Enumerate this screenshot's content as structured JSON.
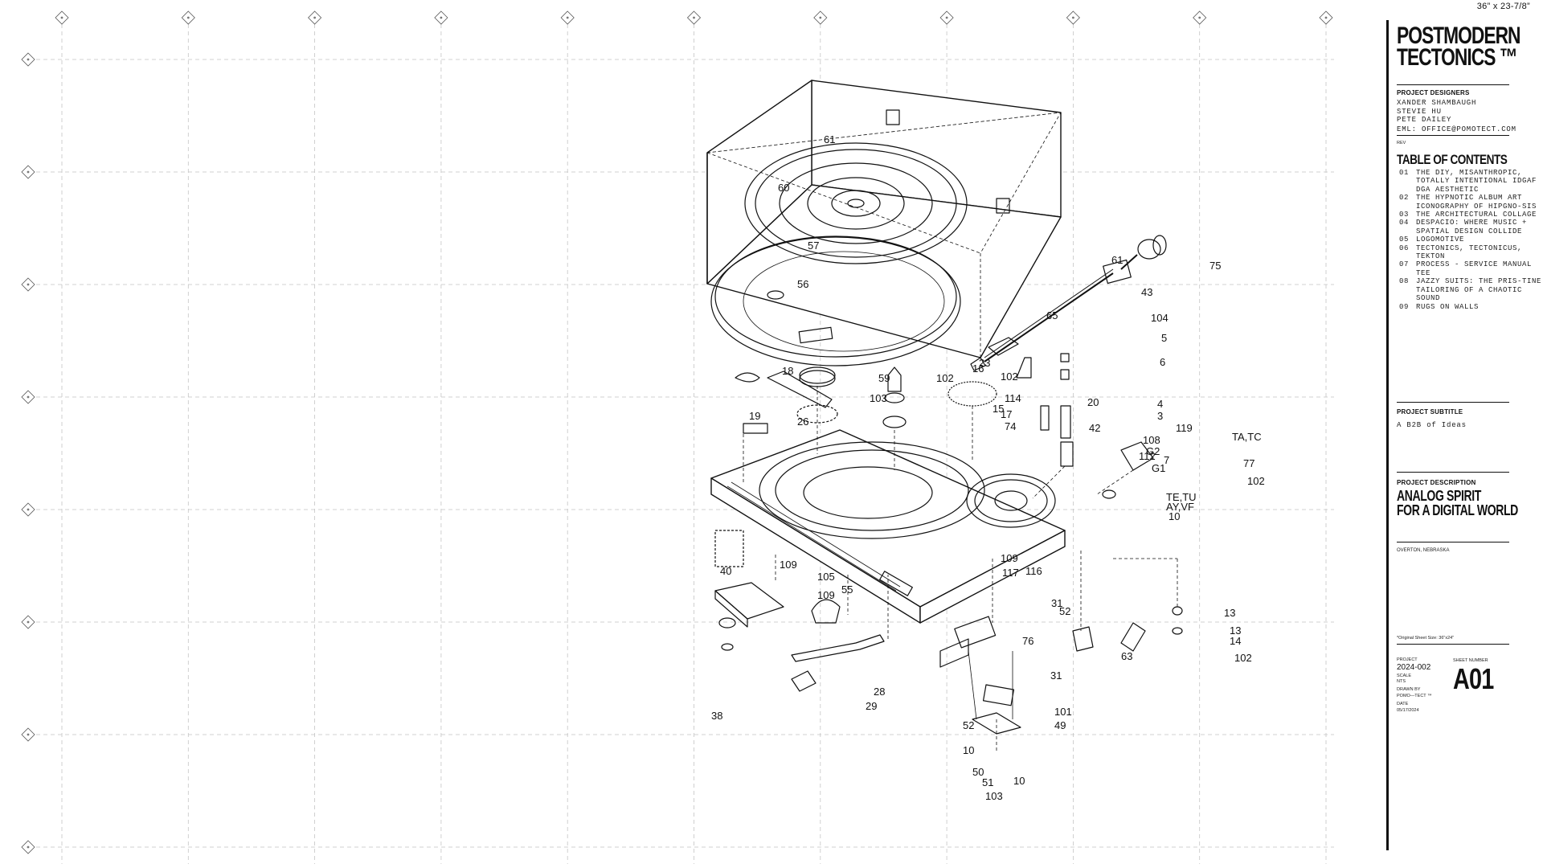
{
  "sheet": {
    "size_label": "36” x 23-7/8”"
  },
  "grid": {
    "column_markers": 11,
    "row_markers": 8
  },
  "drawing": {
    "callouts": [
      "60",
      "61",
      "61",
      "57",
      "56",
      "75",
      "43",
      "65",
      "104",
      "5",
      "6",
      "4",
      "3",
      "119",
      "108",
      "G2",
      "112",
      "G1",
      "7",
      "16",
      "102",
      "102",
      "23",
      "59",
      "103",
      "114",
      "15",
      "20",
      "17",
      "74",
      "42",
      "13",
      "18",
      "19",
      "26",
      "TA,TC",
      "77",
      "102",
      "TE,TU",
      "AY,VF",
      "10",
      "40",
      "109",
      "105",
      "109",
      "55",
      "109",
      "117",
      "116",
      "52",
      "31",
      "76",
      "63",
      "13",
      "14",
      "102",
      "28",
      "29",
      "38",
      "52",
      "101",
      "49",
      "31",
      "10",
      "50",
      "51",
      "103",
      "10"
    ]
  },
  "titleblock": {
    "logo": "POSTMODERN\nTECTONICS ™",
    "designers_label": "PROJECT DESIGNERS",
    "designers": [
      "XANDER SHAMBAUGH",
      "STEVIE HU",
      "PETE DAILEY"
    ],
    "email": "EML: OFFICE@POMOTECT.COM",
    "rev_label": "REV",
    "toc_title": "TABLE OF CONTENTS",
    "toc": [
      {
        "num": "01",
        "text": "THE DIY, MISANTHROPIC, TOTALLY INTENTIONAL IDGAF DGA AESTHETIC"
      },
      {
        "num": "02",
        "text": "THE HYPNOTIC ALBUM ART ICONOGRAPHY OF HIPGNO-SIS"
      },
      {
        "num": "03",
        "text": "THE ARCHITECTURAL COLLAGE"
      },
      {
        "num": "04",
        "text": "DESPACIO: WHERE MUSIC + SPATIAL DESIGN COLLIDE"
      },
      {
        "num": "05",
        "text": "LOGOMOTIVE"
      },
      {
        "num": "06",
        "text": "TECTONICS, TECTONICUS, TEKTON"
      },
      {
        "num": "07",
        "text": "PROCESS - SERVICE MANUAL TEE"
      },
      {
        "num": "08",
        "text": "JAZZY SUITS: THE PRIS-TINE TAILORING OF A CHAOTIC SOUND"
      },
      {
        "num": "09",
        "text": "RUGS ON WALLS"
      }
    ],
    "subtitle_label": "PROJECT SUBTITLE",
    "subtitle": "A B2B of Ideas",
    "description_label": "PROJECT DESCRIPTION",
    "description": "ANALOG SPIRIT\nFOR A DIGITAL WORLD",
    "location": "OVERTON, NEBRASKA",
    "note": "*Original Sheet Size: 36\"x24\"",
    "project_label": "PROJECT",
    "project_number": "2024-002",
    "scale_label": "SCALE",
    "scale_value": "NTS",
    "drawn_by_label": "DRAWN BY",
    "drawn_by": "POMO—TECT ™",
    "date_label": "DATE",
    "date": "05/17/2024",
    "sheet_number_label": "SHEET NUMBER",
    "sheet_number": "A01"
  },
  "colors": {
    "ink": "#111111",
    "grid": "#bdbdbd",
    "paper": "#ffffff"
  }
}
